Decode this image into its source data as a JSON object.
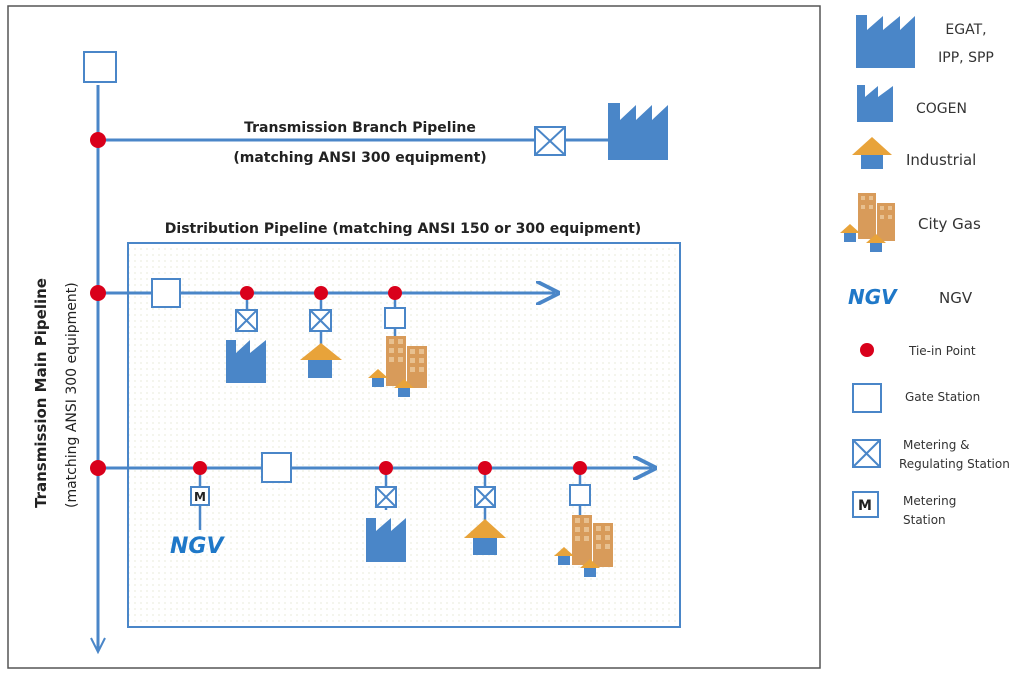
{
  "main_pipeline": {
    "title": "Transmission  Main Pipeline",
    "subtitle": "(matching ANSI 300 equipment)"
  },
  "branch_pipeline": {
    "title": "Transmission Branch Pipeline",
    "subtitle": "(matching ANSI 300 equipment)"
  },
  "distribution_pipeline": {
    "title": "Distribution Pipeline (matching ANSI 150 or 300 equipment)"
  },
  "ngv_logo_text": "NGV",
  "meter_letter": "M",
  "legend": {
    "egat_line1": "EGAT,",
    "egat_line2": "IPP, SPP",
    "cogen": "COGEN",
    "industrial": "Industrial",
    "city_gas": "City Gas",
    "ngv": "NGV",
    "tie_in": "Tie-in Point",
    "gate": "Gate Station",
    "metering_line1": "Metering &",
    "metering_line2": "Regulating Station",
    "meter_line1": "Metering",
    "meter_line2": "Station"
  },
  "colors": {
    "pipe": "#4a86c8",
    "factory": "#4a86c8",
    "tie_in": "#d9001b",
    "roof": "#e8a33a",
    "building": "#d89b5a"
  }
}
